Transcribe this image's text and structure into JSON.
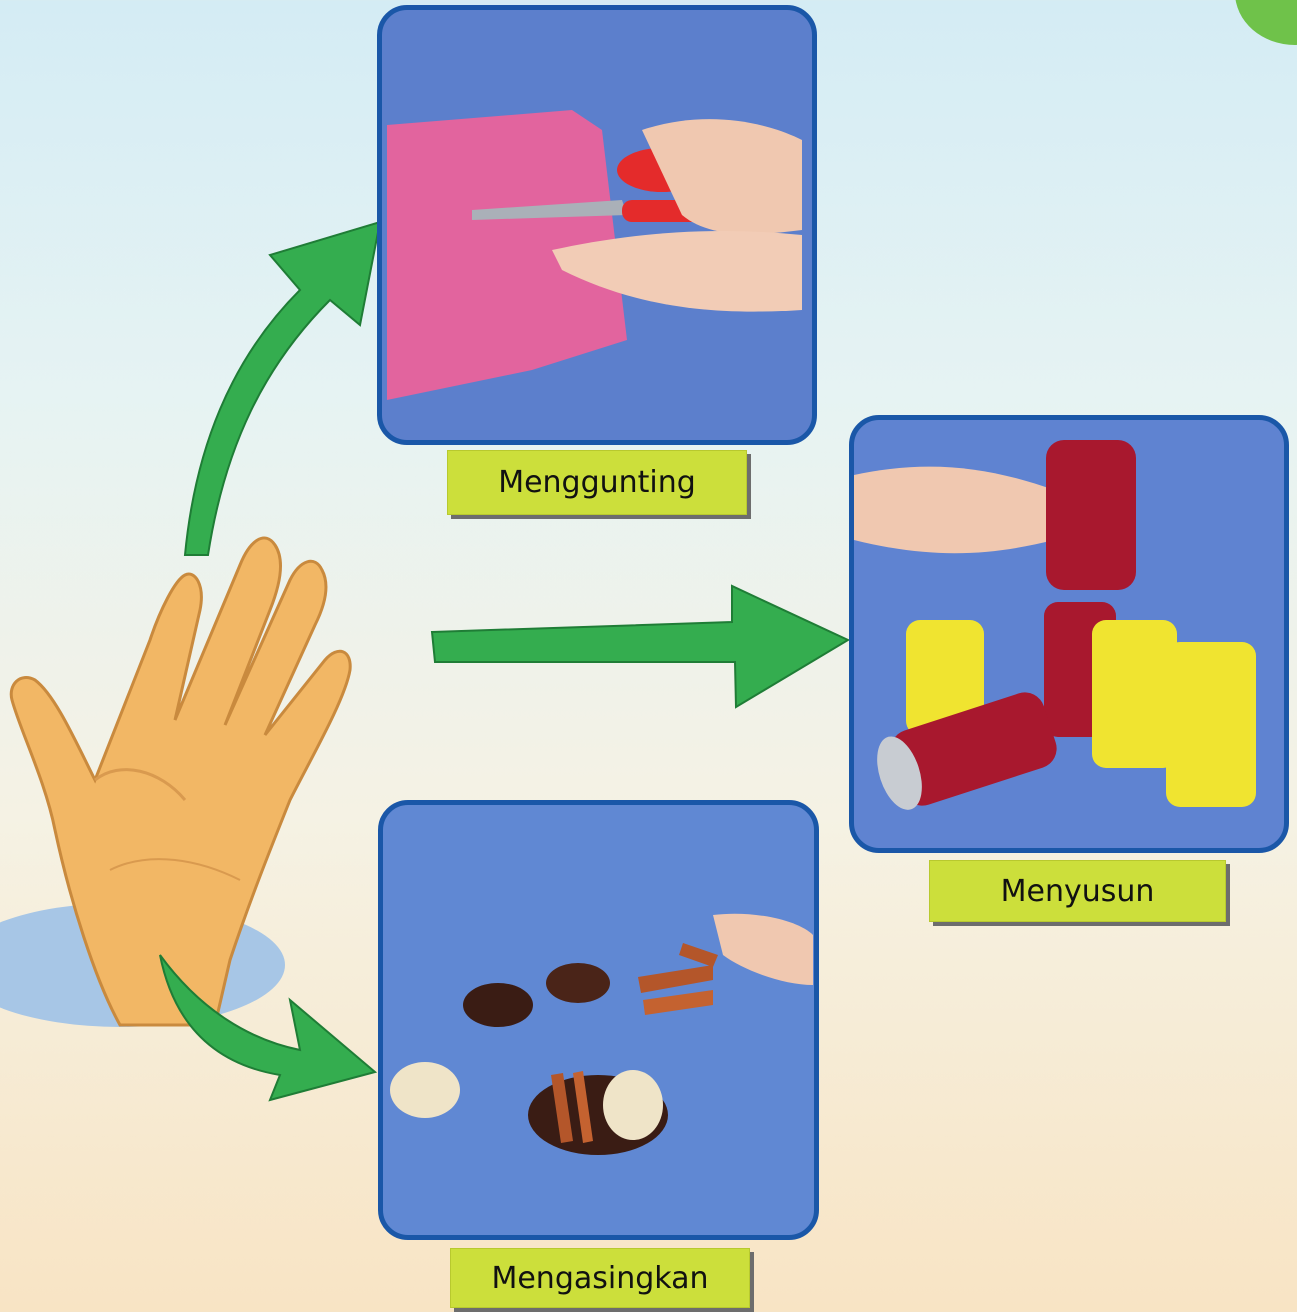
{
  "labels": {
    "cutting": "Menggunting",
    "arranging": "Menyusun",
    "separating": "Mengasingkan"
  },
  "colors": {
    "frame_border": "#1a57a8",
    "label_fill": "#ccdf3b",
    "arrow_green": "#2fa84a",
    "background_photo": "#5f82d0"
  }
}
